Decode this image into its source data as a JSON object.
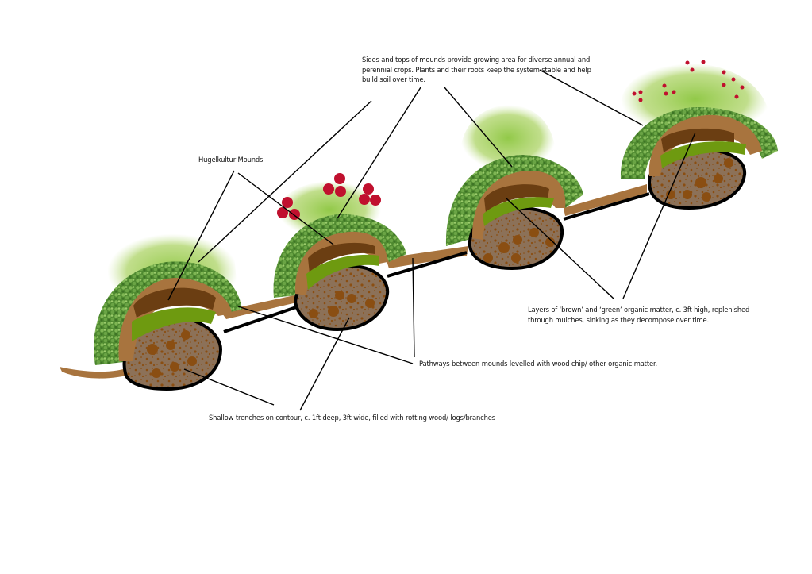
{
  "diagram": {
    "subject": "Hugelkultur mounds on contour cross-section",
    "annotations": {
      "sides_tops": "Sides and tops of mounds provide growing area for diverse annual and perennial crops. Plants and their roots keep the system stable and help build soil over time.",
      "hugelkultur_mounds": "Hugelkultur Mounds",
      "layers": "Layers of ‘brown’ and ‘green’ organic matter, c. 3ft high, replenished through mulches, sinking as they decompose over time.",
      "pathways": "Pathways between mounds levelled with wood chip/ other organic matter.",
      "trenches": "Shallow trenches on contour, c. 1ft deep, 3ft wide, filled with rotting wood/ logs/branches"
    },
    "mound_count": 4,
    "colors": {
      "soil_light": "#a8743e",
      "soil_dark": "#6b3e12",
      "green_layer": "#6e9a10",
      "trench_fill": "#8c7158",
      "log": "#8a4e12",
      "foliage_light": "#9ccc3c",
      "foliage_dark": "#5e9a3a",
      "berry": "#c0102e",
      "outline": "#000000"
    }
  }
}
